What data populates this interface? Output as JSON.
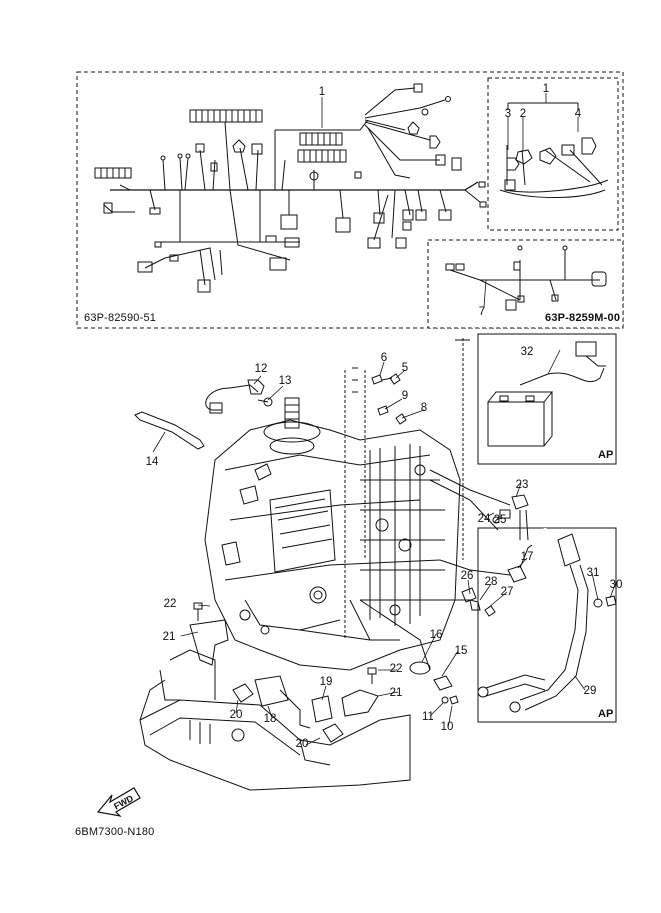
{
  "diagram": {
    "harness_main_code": "63P-82590-51",
    "harness_sub_code": "63P-8259M-00",
    "figure_code": "6BM7300-N180",
    "fwd_label": "FWD",
    "ap_label_top": "AP",
    "ap_label_bottom": "AP",
    "callouts": [
      {
        "id": "c1a",
        "label": "1"
      },
      {
        "id": "c1b",
        "label": "1"
      },
      {
        "id": "c2",
        "label": "2"
      },
      {
        "id": "c3",
        "label": "3"
      },
      {
        "id": "c4",
        "label": "4"
      },
      {
        "id": "c5",
        "label": "5"
      },
      {
        "id": "c6",
        "label": "6"
      },
      {
        "id": "c7",
        "label": "7"
      },
      {
        "id": "c8",
        "label": "8"
      },
      {
        "id": "c9",
        "label": "9"
      },
      {
        "id": "c10",
        "label": "10"
      },
      {
        "id": "c11",
        "label": "11"
      },
      {
        "id": "c12",
        "label": "12"
      },
      {
        "id": "c13",
        "label": "13"
      },
      {
        "id": "c14",
        "label": "14"
      },
      {
        "id": "c15",
        "label": "15"
      },
      {
        "id": "c16",
        "label": "16"
      },
      {
        "id": "c17",
        "label": "17"
      },
      {
        "id": "c18",
        "label": "18"
      },
      {
        "id": "c19",
        "label": "19"
      },
      {
        "id": "c20a",
        "label": "20"
      },
      {
        "id": "c20b",
        "label": "20"
      },
      {
        "id": "c21a",
        "label": "21"
      },
      {
        "id": "c21b",
        "label": "21"
      },
      {
        "id": "c22a",
        "label": "22"
      },
      {
        "id": "c22b",
        "label": "22"
      },
      {
        "id": "c23",
        "label": "23"
      },
      {
        "id": "c24",
        "label": "24"
      },
      {
        "id": "c25",
        "label": "25"
      },
      {
        "id": "c26",
        "label": "26"
      },
      {
        "id": "c27",
        "label": "27"
      },
      {
        "id": "c28",
        "label": "28"
      },
      {
        "id": "c29",
        "label": "29"
      },
      {
        "id": "c30",
        "label": "30"
      },
      {
        "id": "c31",
        "label": "31"
      },
      {
        "id": "c32",
        "label": "32"
      }
    ]
  }
}
